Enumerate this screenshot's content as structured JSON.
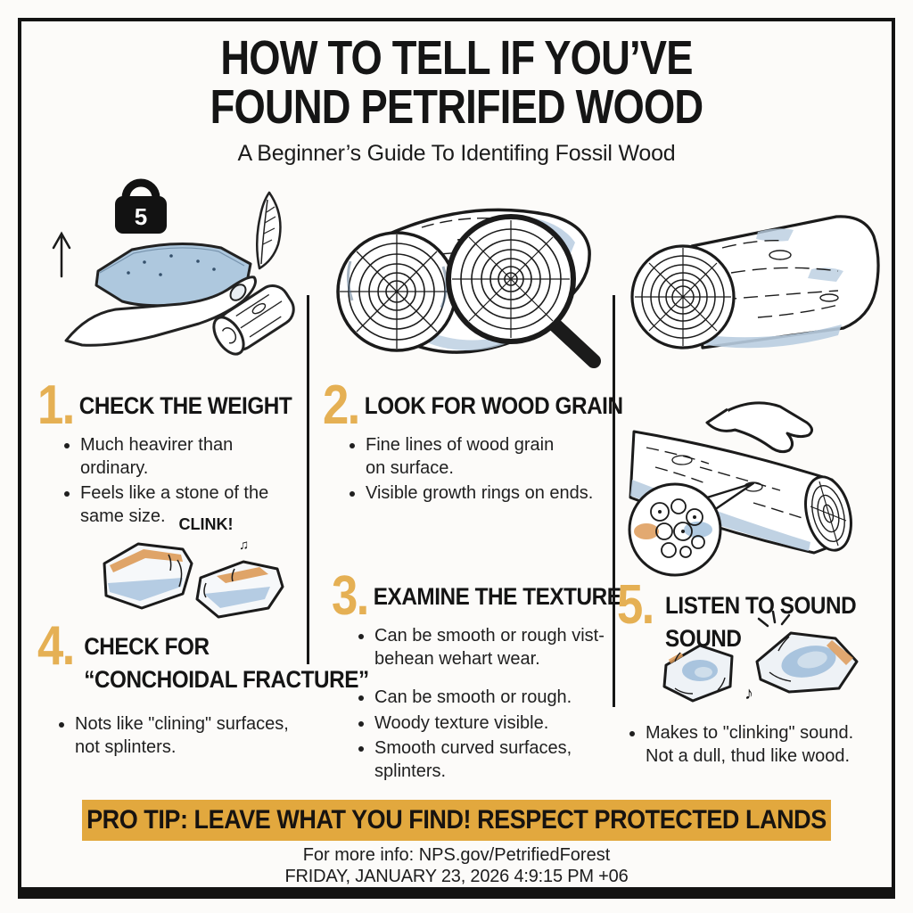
{
  "header": {
    "title_line1": "HOW TO TELL IF YOU’VE",
    "title_line2": "FOUND PETRIFIED WOOD",
    "subtitle": "A Beginner’s Guide To Identifing Fossil Wood"
  },
  "colors": {
    "accent_gold": "#E5B054",
    "banner_gold": "#E2A83E",
    "ink": "#1A1A1A",
    "rock_blue": "#AEC8DE",
    "rock_orange": "#DD9A58",
    "background": "#FCFBF9"
  },
  "sections": [
    {
      "number": "1.",
      "title": "CHECK THE WEIGHT",
      "bullets": [
        "Much heavirer than ordinary.",
        "Feels like a stone of the\nsame size."
      ]
    },
    {
      "number": "2.",
      "title": "LOOK FOR WOOD GRAIN",
      "bullets": [
        "Fine lines of wood grain\non surface.",
        "Visible growth rings on ends."
      ]
    },
    {
      "number": "3.",
      "title": "EXAMINE THE TEXTURE",
      "bullets": [
        "Can be smooth or rough vist-\nbehean wehart wear.",
        "Can be smooth or rough.",
        "Woody texture visible.",
        "Smooth curved surfaces,\nsplinters."
      ]
    },
    {
      "number": "4.",
      "title_line1": "CHECK FOR",
      "title_line2": "“CONCHOIDAL FRACTURE”",
      "bullets": [
        "Nots like \"clining\" surfaces,\nnot splinters."
      ]
    },
    {
      "number": "5.",
      "title_line1": "LISTEN TO SOUND",
      "title_line2": "SOUND",
      "bullets": [
        "Makes to \"clinking\" sound.\nNot a dull, thud like wood."
      ]
    }
  ],
  "illustrations": {
    "weight_label": "5",
    "clink_label": "CLINK!",
    "clink_note": "♫",
    "sound_note": "♪"
  },
  "banner": {
    "text": "PRO TIP: LEAVE WHAT YOU FIND! RESPECT PROTECTED LANDS"
  },
  "footer": {
    "info": "For more info: NPS.gov/PetrifiedForest",
    "date": "FRIDAY, JANUARY 23, 2026 4:9:15 PM +06"
  }
}
